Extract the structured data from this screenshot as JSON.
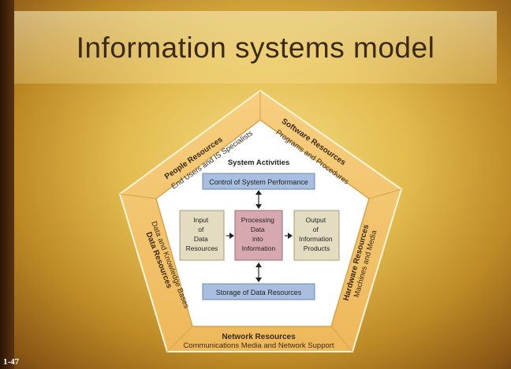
{
  "slide": {
    "title": "Information systems model",
    "number": "1-47"
  },
  "diagram": {
    "center_title": "System Activities",
    "control_box": "Control of System Performance",
    "storage_box": "Storage of Data Resources",
    "input_box": [
      "Input",
      "of",
      "Data",
      "Resources"
    ],
    "processing_box": [
      "Processing",
      "Data",
      "into",
      "Information"
    ],
    "output_box": [
      "Output",
      "of",
      "Information",
      "Products"
    ],
    "people": {
      "title": "People Resources",
      "subtitle": "End Users and IS Specialists"
    },
    "software": {
      "title": "Software Resources",
      "subtitle": "Programs and Procedures"
    },
    "data": {
      "title": "Data Resources",
      "subtitle": "Data and Knowledge Bases"
    },
    "hardware": {
      "title": "Hardware Resources",
      "subtitle": "Machines and Media"
    },
    "network": {
      "title": "Network Resources",
      "subtitle": "Communications Media and Network Support"
    },
    "colors": {
      "ring": "#f3c26a",
      "ring_edge": "#c88a2a",
      "control_storage_box": "#a8bfe0",
      "input_output_box": "#e4dcc0",
      "processing_box": "#d8a8b0"
    }
  }
}
